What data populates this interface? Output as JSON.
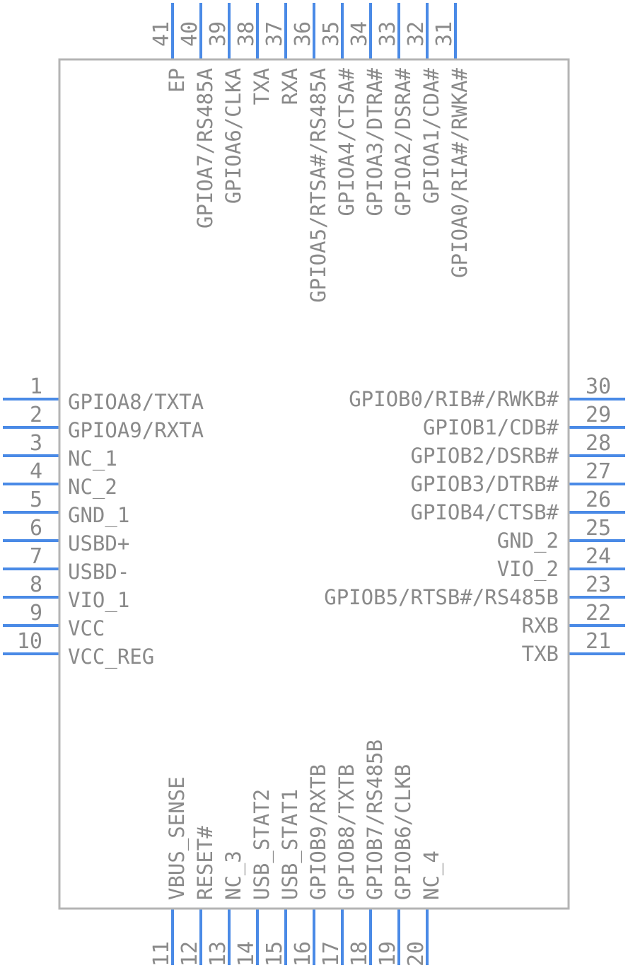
{
  "component": {
    "pins_left": [
      {
        "num": "1",
        "name": "GPIOA8/TXTA"
      },
      {
        "num": "2",
        "name": "GPIOA9/RXTA"
      },
      {
        "num": "3",
        "name": "NC_1"
      },
      {
        "num": "4",
        "name": "NC_2"
      },
      {
        "num": "5",
        "name": "GND_1"
      },
      {
        "num": "6",
        "name": "USBD+"
      },
      {
        "num": "7",
        "name": "USBD-"
      },
      {
        "num": "8",
        "name": "VIO_1"
      },
      {
        "num": "9",
        "name": "VCC"
      },
      {
        "num": "10",
        "name": "VCC_REG"
      }
    ],
    "pins_bottom": [
      {
        "num": "11",
        "name": "VBUS_SENSE"
      },
      {
        "num": "12",
        "name": "RESET#"
      },
      {
        "num": "13",
        "name": "NC_3"
      },
      {
        "num": "14",
        "name": "USB_STAT2"
      },
      {
        "num": "15",
        "name": "USB_STAT1"
      },
      {
        "num": "16",
        "name": "GPIOB9/RXTB"
      },
      {
        "num": "17",
        "name": "GPIOB8/TXTB"
      },
      {
        "num": "18",
        "name": "GPIOB7/RS485B"
      },
      {
        "num": "19",
        "name": "GPIOB6/CLKB"
      },
      {
        "num": "20",
        "name": "NC_4"
      }
    ],
    "pins_right": [
      {
        "num": "21",
        "name": "TXB"
      },
      {
        "num": "22",
        "name": "RXB"
      },
      {
        "num": "23",
        "name": "GPIOB5/RTSB#/RS485B"
      },
      {
        "num": "24",
        "name": "VIO_2"
      },
      {
        "num": "25",
        "name": "GND_2"
      },
      {
        "num": "26",
        "name": "GPIOB4/CTSB#"
      },
      {
        "num": "27",
        "name": "GPIOB3/DTRB#"
      },
      {
        "num": "28",
        "name": "GPIOB2/DSRB#"
      },
      {
        "num": "29",
        "name": "GPIOB1/CDB#"
      },
      {
        "num": "30",
        "name": "GPIOB0/RIB#/RWKB#"
      }
    ],
    "pins_top": [
      {
        "num": "31",
        "name": "GPIOA0/RIA#/RWKA#"
      },
      {
        "num": "32",
        "name": "GPIOA1/CDA#"
      },
      {
        "num": "33",
        "name": "GPIOA2/DSRA#"
      },
      {
        "num": "34",
        "name": "GPIOA3/DTRA#"
      },
      {
        "num": "35",
        "name": "GPIOA4/CTSA#"
      },
      {
        "num": "36",
        "name": "GPIOA5/RTSA#/RS485A"
      },
      {
        "num": "37",
        "name": "RXA"
      },
      {
        "num": "38",
        "name": "TXA"
      },
      {
        "num": "39",
        "name": "GPIOA6/CLKA"
      },
      {
        "num": "40",
        "name": "GPIOA7/RS485A"
      },
      {
        "num": "41",
        "name": "EP"
      }
    ],
    "colors": {
      "pin": "#4a8ae6",
      "body": "#b4b4b4",
      "text": "#8a8a8a"
    }
  }
}
